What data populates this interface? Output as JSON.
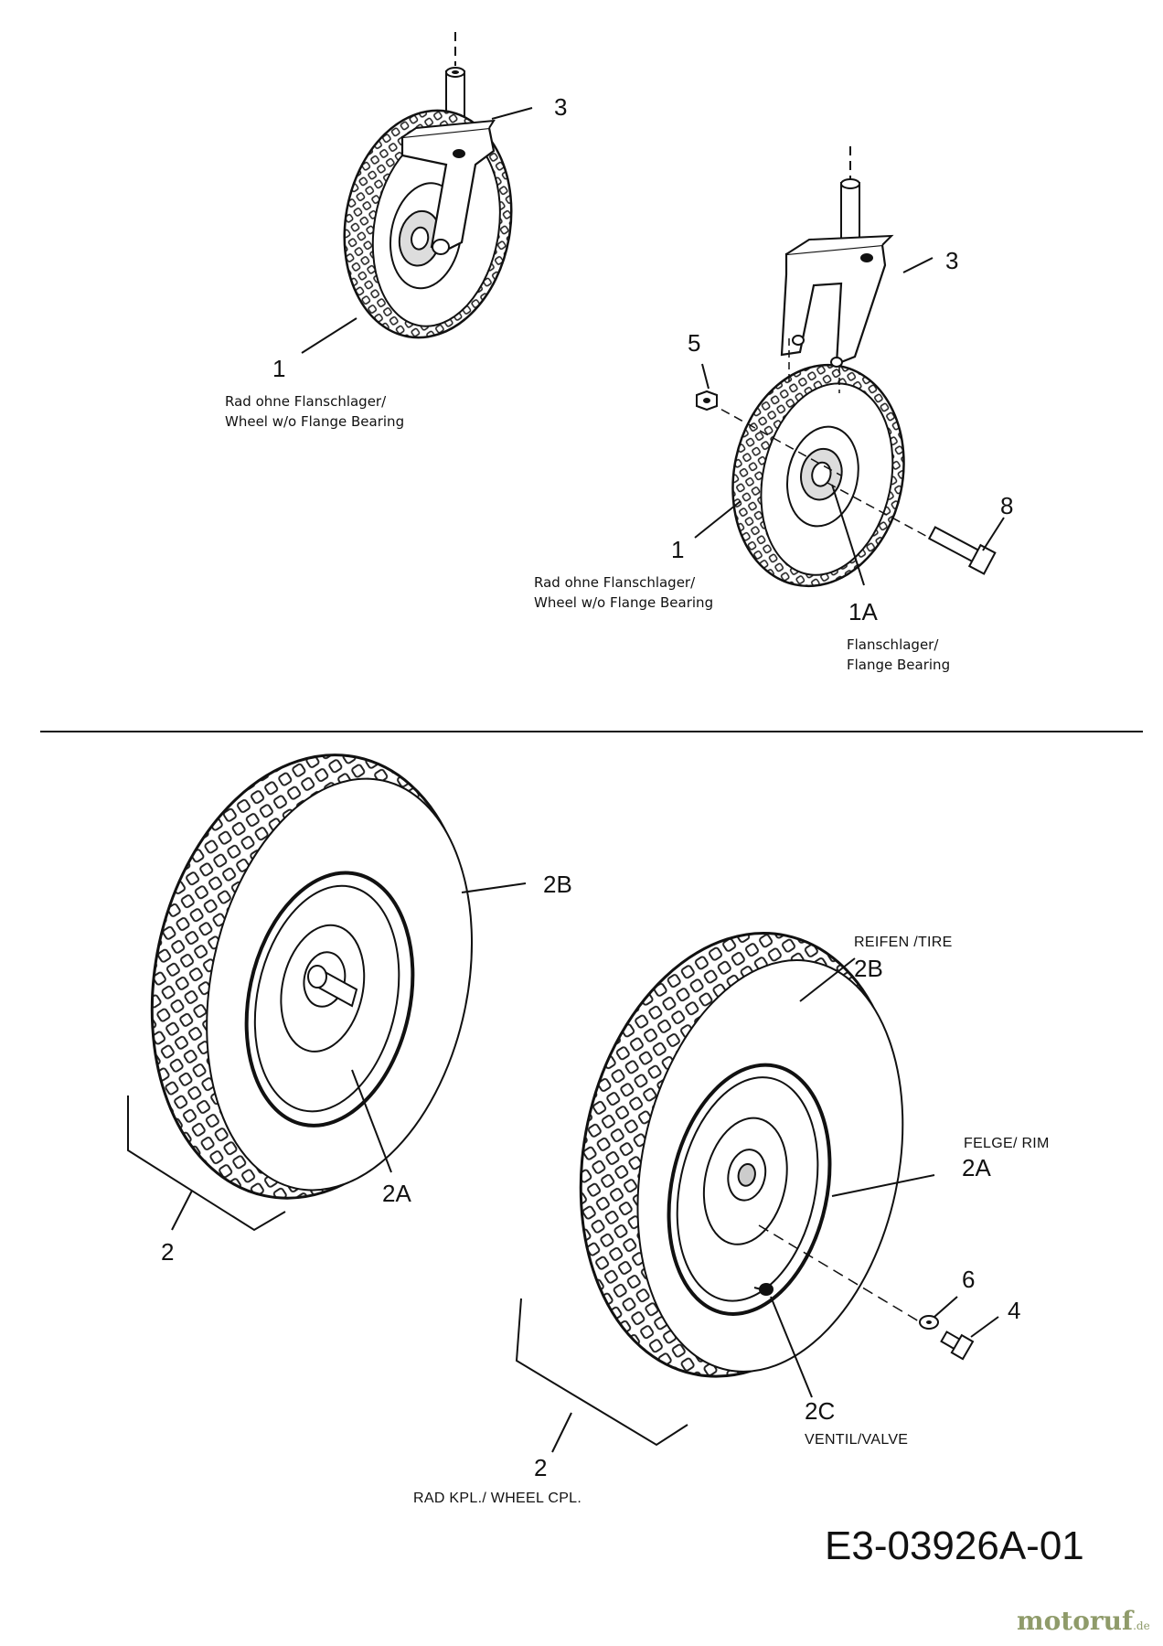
{
  "top_left": {
    "item_1": "1",
    "item_3": "3",
    "caption_line1": "Rad ohne Flanschlager/",
    "caption_line2": "Wheel  w/o Flange Bearing"
  },
  "top_right": {
    "item_1": "1",
    "item_1A": "1A",
    "item_3": "3",
    "item_5": "5",
    "item_8": "8",
    "caption_line1": "Rad ohne Flanschlager/",
    "caption_line2": "Wheel  w/o Flange Bearing",
    "bearing_line1": "Flanschlager/",
    "bearing_line2": "Flange Bearing"
  },
  "bottom_left": {
    "item_2B": "2B",
    "item_2A": "2A",
    "item_2": "2"
  },
  "bottom_right": {
    "tire_caption": "REIFEN /TIRE",
    "item_2B": "2B",
    "rim_caption": "FELGE/ RIM",
    "item_2A": "2A",
    "item_6": "6",
    "item_4": "4",
    "item_2C": "2C",
    "valve_caption": "VENTIL/VALVE",
    "item_2": "2",
    "wheel_caption": "RAD KPL./ WHEEL CPL."
  },
  "drawing_code": "E3-03926A-01",
  "watermark": {
    "brand": "motoruf",
    "tld": ".de",
    "color": "#8f9b6a"
  }
}
